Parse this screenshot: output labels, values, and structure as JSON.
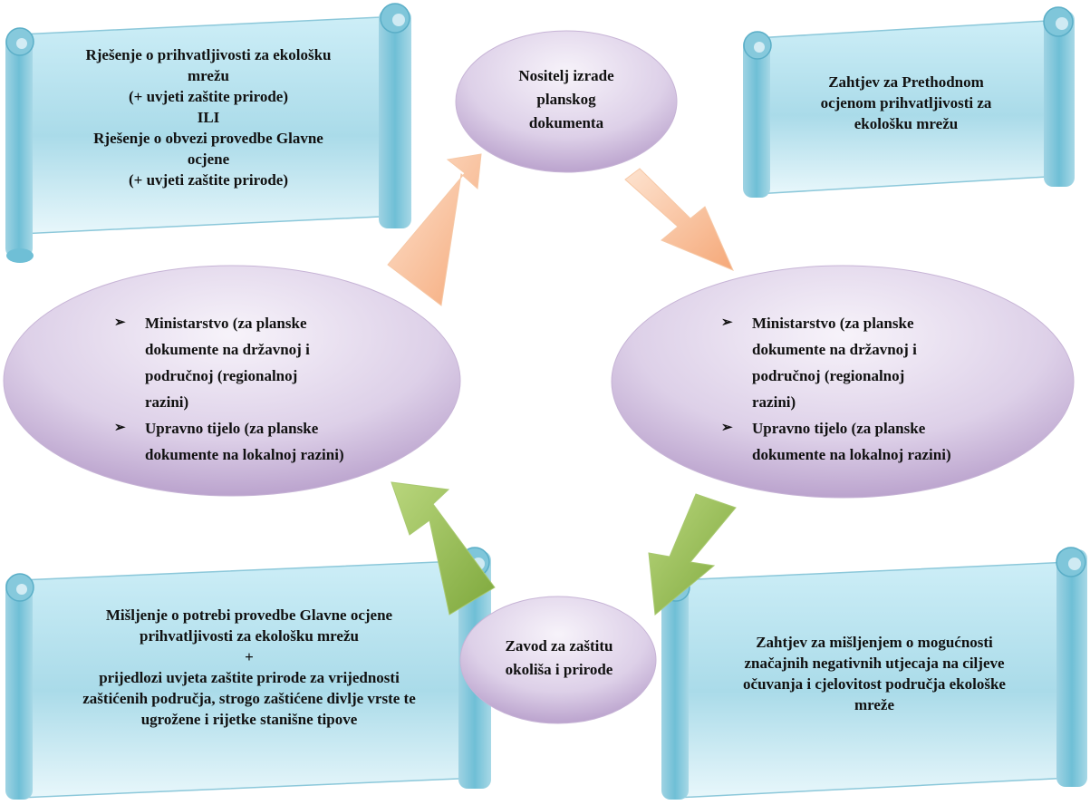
{
  "scrolls": {
    "top_left": "Rješenje o prihvatljivosti za ekološku\nmrežu\n(+ uvjeti zaštite prirode)\nILI\nRješenje o obvezi provedbe Glavne\nocjene\n(+ uvjeti zaštite prirode)",
    "top_right": "Zahtjev za Prethodnom\nocjenom prihvatljivosti za\nekološku mrežu",
    "bottom_left": "Mišljenje o potrebi provedbe Glavne ocjene\nprihvatljivosti za ekološku mrežu\n+\nprijedlozi uvjeta zaštite prirode za vrijednosti\nzaštićenih područja, strogo zaštićene divlje vrste te\nugrožene i rijetke stanišne tipove",
    "bottom_right": "Zahtjev za mišljenjem o mogućnosti\nznačajnih negativnih utjecaja na ciljeve\nočuvanja i cjelovitost područja ekološke\nmreže"
  },
  "nodes": {
    "top": "Nositelj izrade\nplanskog\ndokumenta",
    "bottom": "Zavod za zaštitu\nokoliša i prirode",
    "left": {
      "bullet": "➢",
      "items": [
        "Ministarstvo (za planske\ndokumente na državnoj i\npodručnoj (regionalnoj\nrazini)",
        "Upravno tijelo (za planske\ndokumente na lokalnoj razini)"
      ]
    },
    "right": {
      "bullet": "➢",
      "items": [
        "Ministarstvo (za planske\ndokumente na državnoj i\npodručnoj (regionalnoj\nrazini)",
        "Upravno tijelo (za planske\ndokumente na lokalnoj razini)"
      ]
    }
  },
  "colors": {
    "scroll_light": "#e6f6fb",
    "scroll_mid": "#a9dceb",
    "scroll_dark": "#6fbfd6",
    "oval_light": "#f4eef8",
    "oval_dark": "#b9a2cc",
    "arrow_orange": "#f7b58c",
    "arrow_green": "#8fb84e"
  }
}
